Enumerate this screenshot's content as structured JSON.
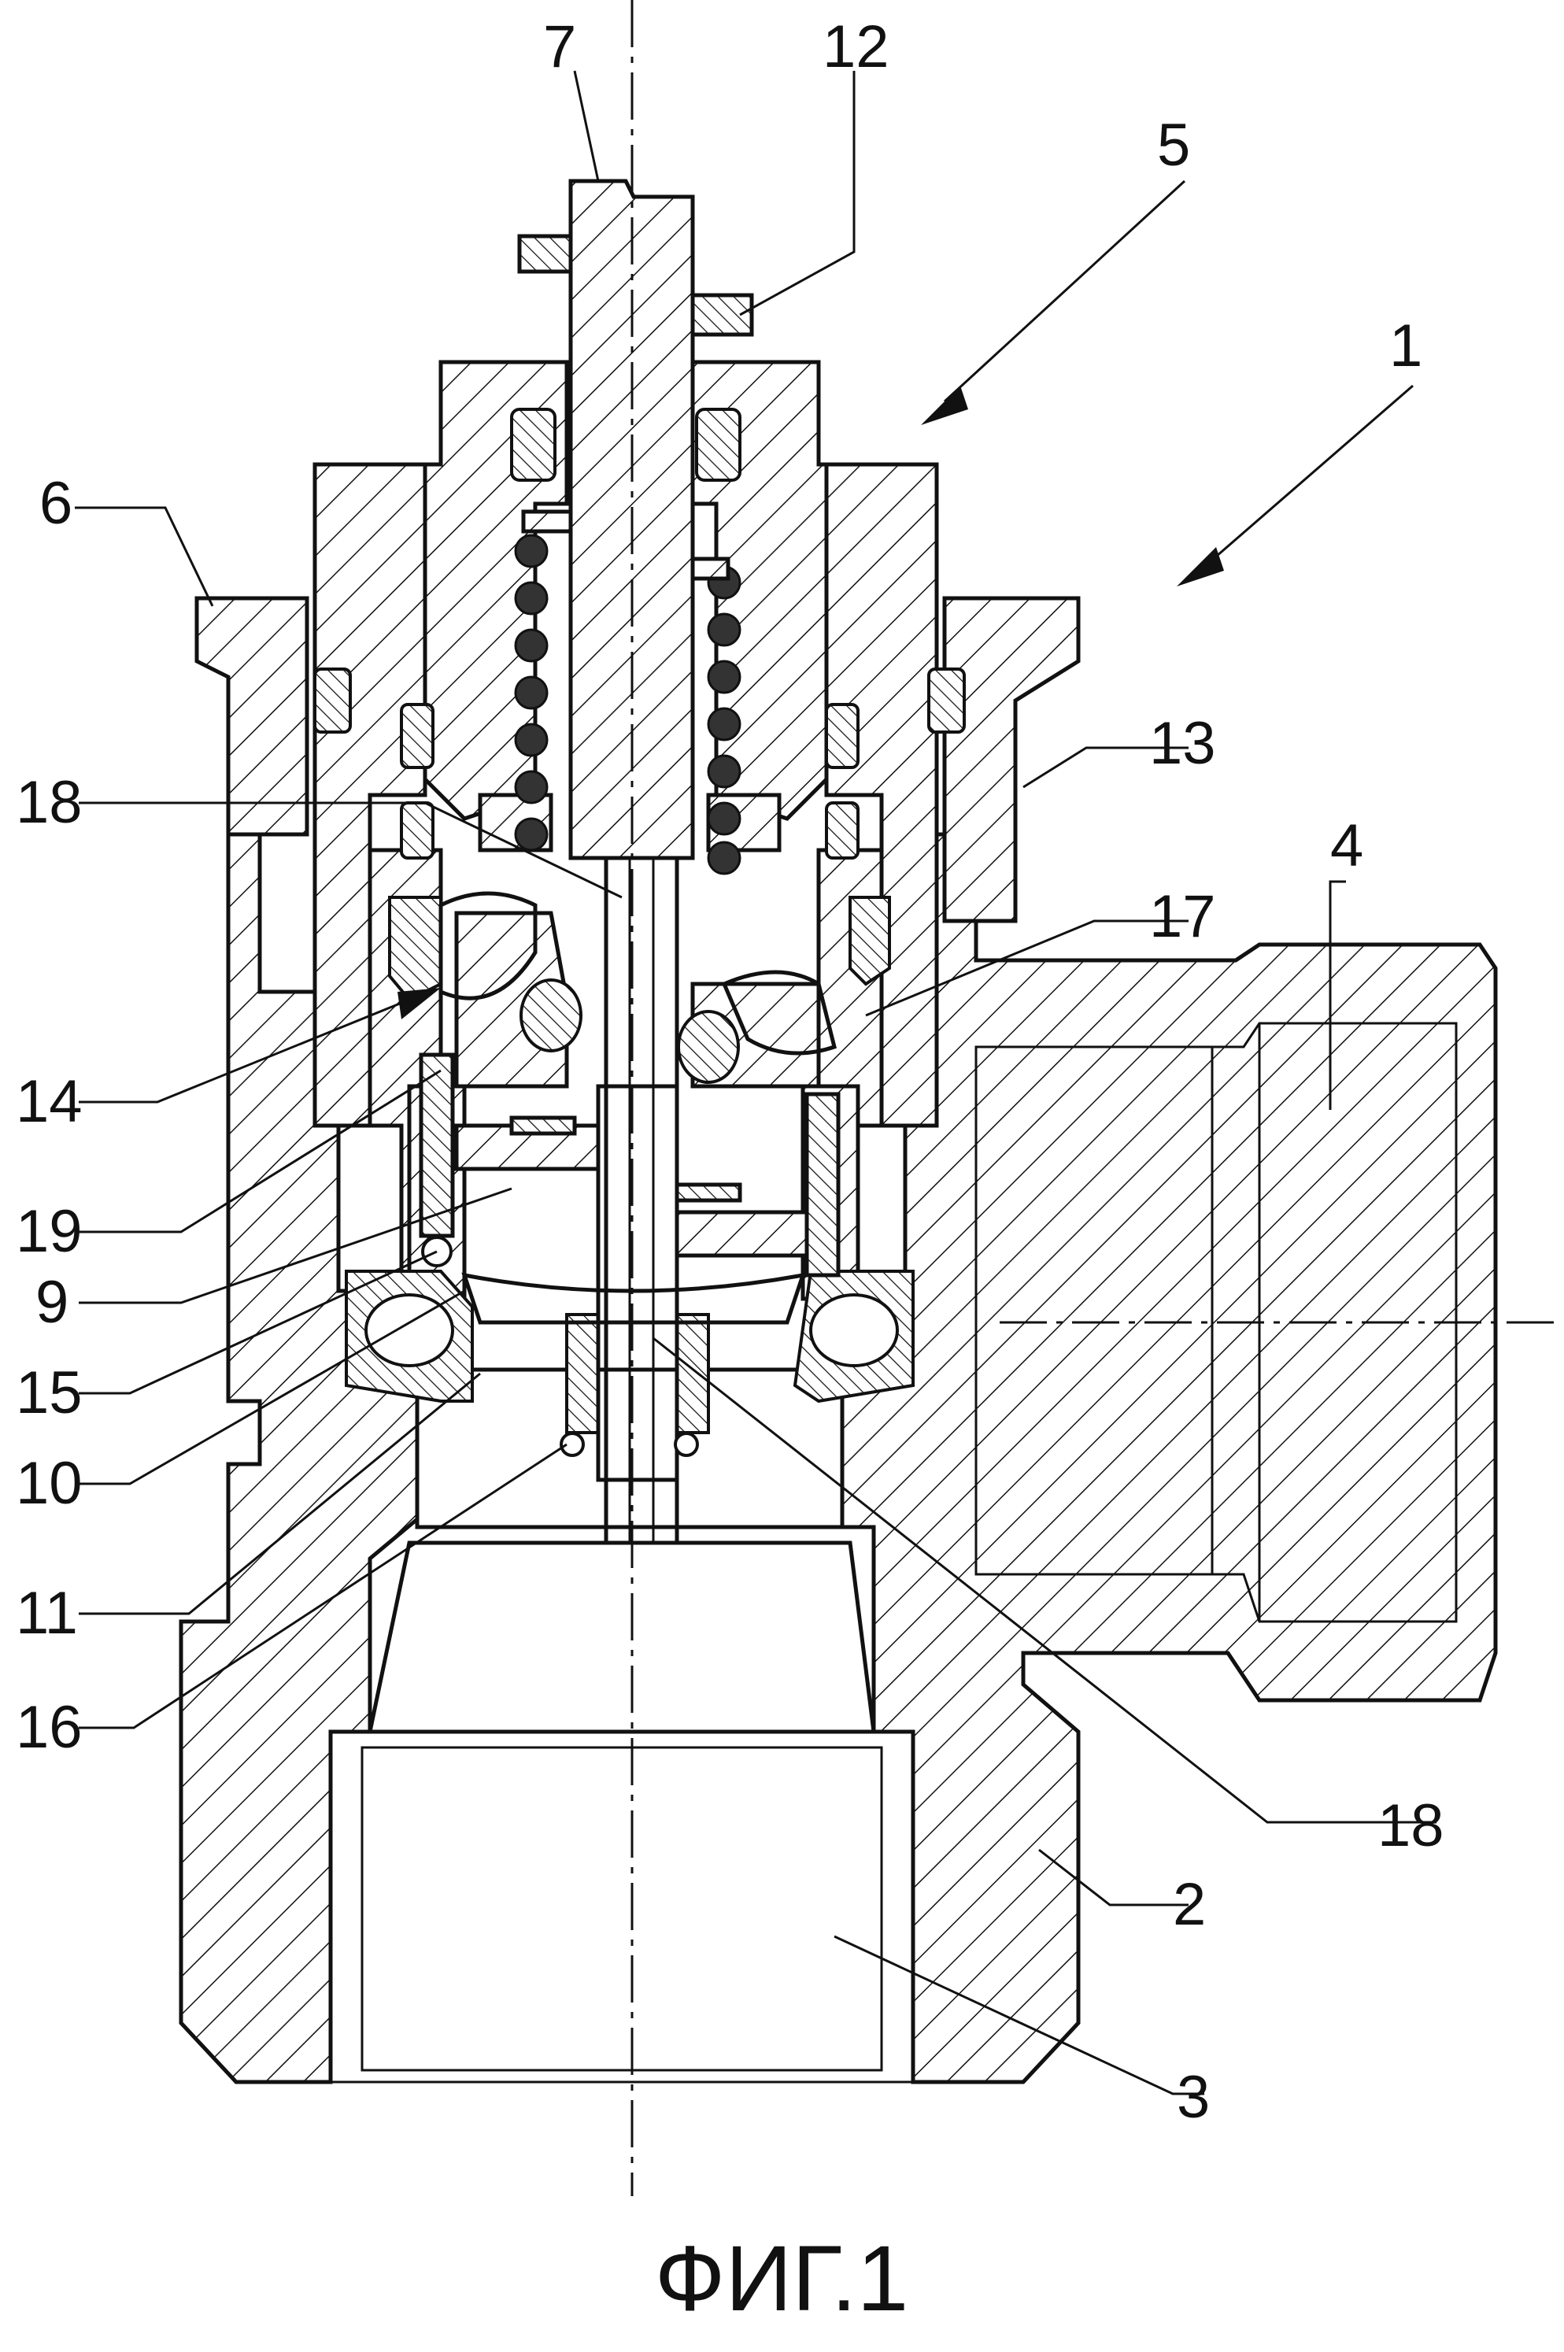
{
  "caption": "ФИГ.1",
  "callouts": {
    "n1": "1",
    "n2": "2",
    "n3": "3",
    "n4": "4",
    "n5": "5",
    "n6": "6",
    "n7": "7",
    "n9": "9",
    "n10": "10",
    "n11": "11",
    "n12": "12",
    "n13": "13",
    "n14": "14",
    "n15": "15",
    "n16": "16",
    "n17": "17",
    "n18_top": "18",
    "n18_bottom": "18",
    "n19": "19"
  }
}
